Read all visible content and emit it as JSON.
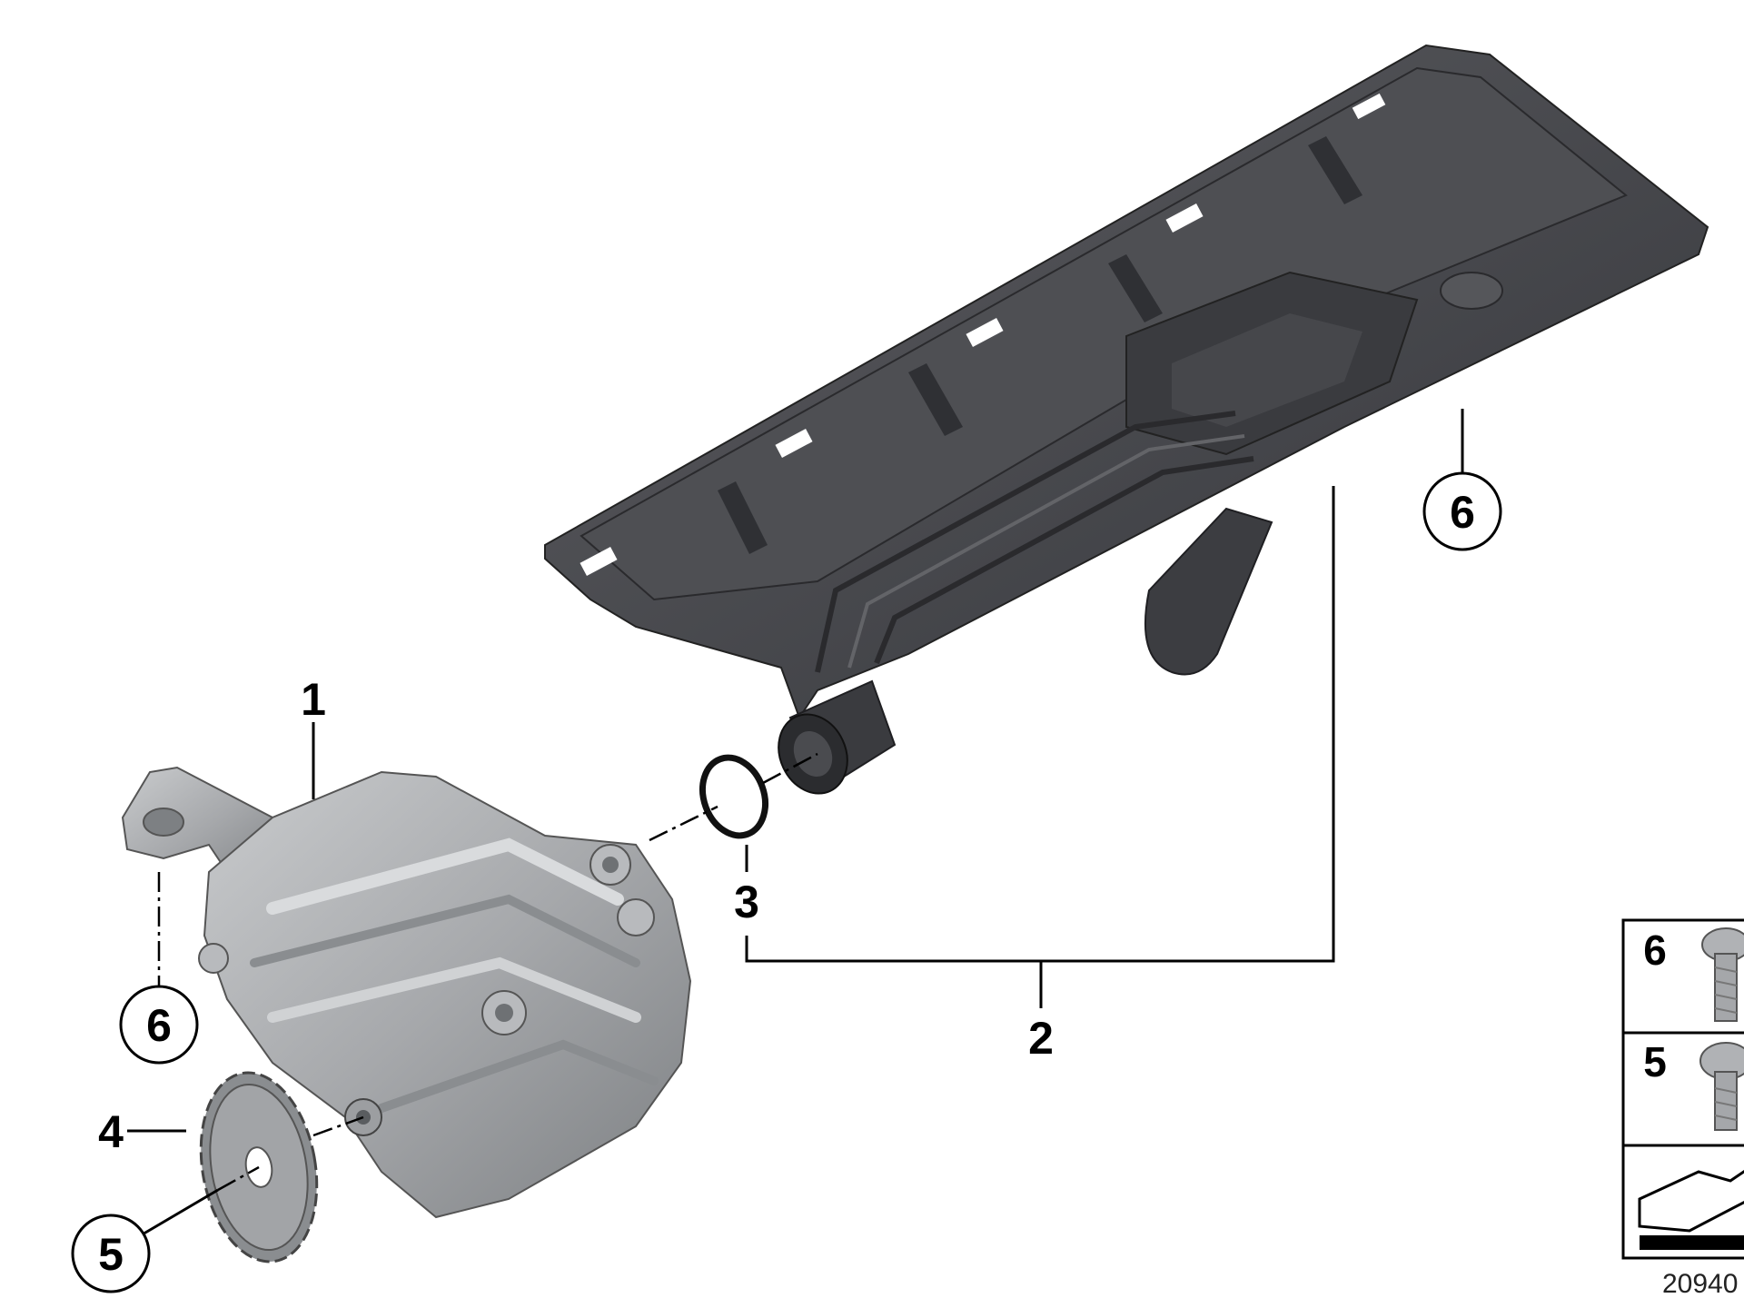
{
  "callouts": {
    "c1": "1",
    "c2": "2",
    "c3": "3",
    "c4": "4",
    "c5": "5",
    "c6_left": "6",
    "c6_right": "6"
  },
  "legend": {
    "row1_num": "6",
    "row2_num": "5"
  },
  "document_id": "20940",
  "colors": {
    "pan_dark": "#3b3c3f",
    "pan_face": "#4a4b4f",
    "pan_light": "#5d5e62",
    "pump_metal": "#a6a8ab",
    "pump_light": "#c9cbcd",
    "pump_shadow": "#7d8083",
    "line": "#000000"
  }
}
